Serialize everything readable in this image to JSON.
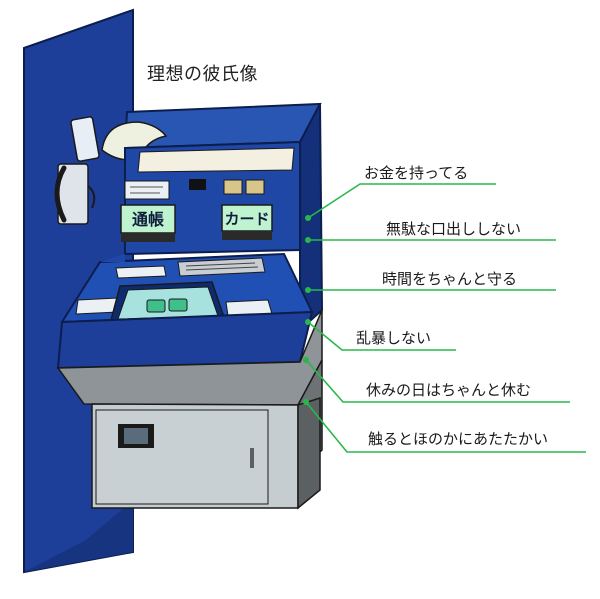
{
  "title": "理想の彼氏像",
  "machine": {
    "passbook_label": "通帳",
    "card_label": "カード"
  },
  "annotations": [
    {
      "text": "お金を持ってる"
    },
    {
      "text": "無駄な口出ししない"
    },
    {
      "text": "時間をちゃんと守る"
    },
    {
      "text": "乱暴しない"
    },
    {
      "text": "休みの日はちゃんと休む"
    },
    {
      "text": "触るとほのかにあたたかい"
    }
  ],
  "colors": {
    "machine_blue": "#1d3f9a",
    "machine_blue_dark": "#142e78",
    "machine_grey": "#8e9497",
    "pointer_green": "#28b84a"
  }
}
